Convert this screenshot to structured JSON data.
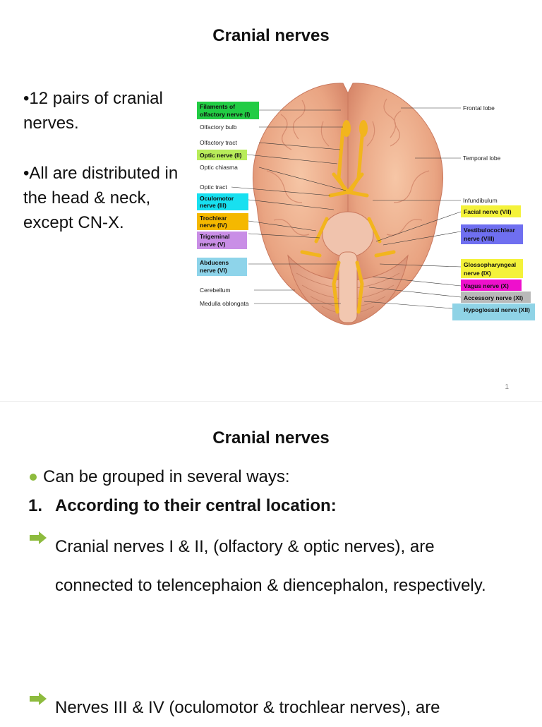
{
  "slide1": {
    "title": "Cranial nerves",
    "bullets": [
      "•12 pairs of cranial nerves.",
      "•All are distributed in the head & neck, except CN-X."
    ],
    "figure_labels": {
      "filaments_olfactory": "Filaments of olfactory nerve (I)",
      "olfactory_bulb": "Olfactory bulb",
      "olfactory_tract": "Olfactory tract",
      "optic_nerve": "Optic nerve (II)",
      "optic_chiasma": "Optic chiasma",
      "optic_tract": "Optic tract",
      "oculomotor": "Oculomotor nerve (III)",
      "trochlear": "Trochlear nerve (IV)",
      "trigeminal": "Trigeminal nerve (V)",
      "abducens": "Abducens nerve (VI)",
      "cerebellum": "Cerebellum",
      "medulla": "Medulla oblongata",
      "frontal_lobe": "Frontal lobe",
      "temporal_lobe": "Temporal lobe",
      "infundibulum": "Infundibulum",
      "facial": "Facial nerve (VII)",
      "vestibulocochlear": "Vestibulocochlear nerve (VIII)",
      "glossopharyngeal": "Glossopharyngeal nerve (IX)",
      "vagus": "Vagus nerve (X)",
      "accessory": "Accessory nerve (XI)",
      "hypoglossal": "Hypoglossal nerve (XII)"
    },
    "label_colors": {
      "green": "#22cc44",
      "lime": "#b8ec5a",
      "cyan": "#18e0f0",
      "orange": "#f5b800",
      "violet": "#c98ee6",
      "sky": "#8ed4ea",
      "yellow": "#f4f23a",
      "blue": "#6f6ff0",
      "magenta": "#ee10cc",
      "gray": "#b9b9b9",
      "lightblue": "#8fd3e6"
    },
    "page_number": "1"
  },
  "slide2": {
    "title": "Cranial nerves",
    "bullet": "Can be grouped in several ways:",
    "numbered": {
      "number": "1.",
      "text": "According to their central location:"
    },
    "arrow_items": [
      "Cranial nerves I & II, (olfactory & optic nerves), are connected to  telencephaion & diencephalon, respectively.",
      "Nerves III & IV (oculomotor & trochlear nerves), are"
    ],
    "accent_color": "#8dbb3e"
  }
}
